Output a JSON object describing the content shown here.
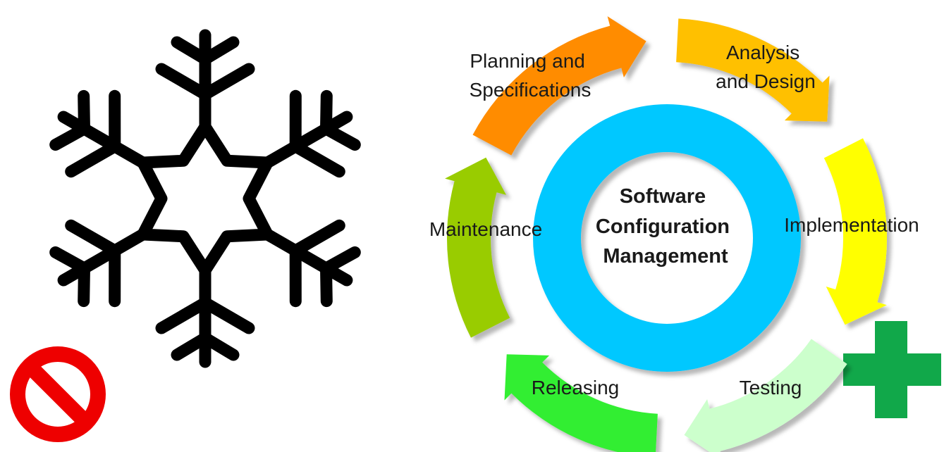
{
  "diagram": {
    "center": {
      "lines": [
        "Software",
        "Configuration",
        "Management"
      ],
      "ring_color": "#00c8ff"
    },
    "stages": [
      {
        "lines": [
          "Planning and",
          "Specifications"
        ],
        "color": "#ff8c00"
      },
      {
        "lines": [
          "Analysis",
          "and Design"
        ],
        "color": "#ffc000"
      },
      {
        "lines": [
          "Implementation"
        ],
        "color": "#ffff00"
      },
      {
        "lines": [
          "Testing"
        ],
        "color": "#ccffcc"
      },
      {
        "lines": [
          "Releasing"
        ],
        "color": "#33ee33"
      },
      {
        "lines": [
          "Maintenance"
        ],
        "color": "#99cc00"
      }
    ]
  },
  "icons": {
    "snowflake": {
      "name": "snowflake-icon",
      "color": "#000000"
    },
    "prohibited": {
      "name": "prohibited-icon",
      "color": "#ee0000"
    },
    "plus": {
      "name": "plus-icon",
      "color": "#11a84a"
    }
  }
}
